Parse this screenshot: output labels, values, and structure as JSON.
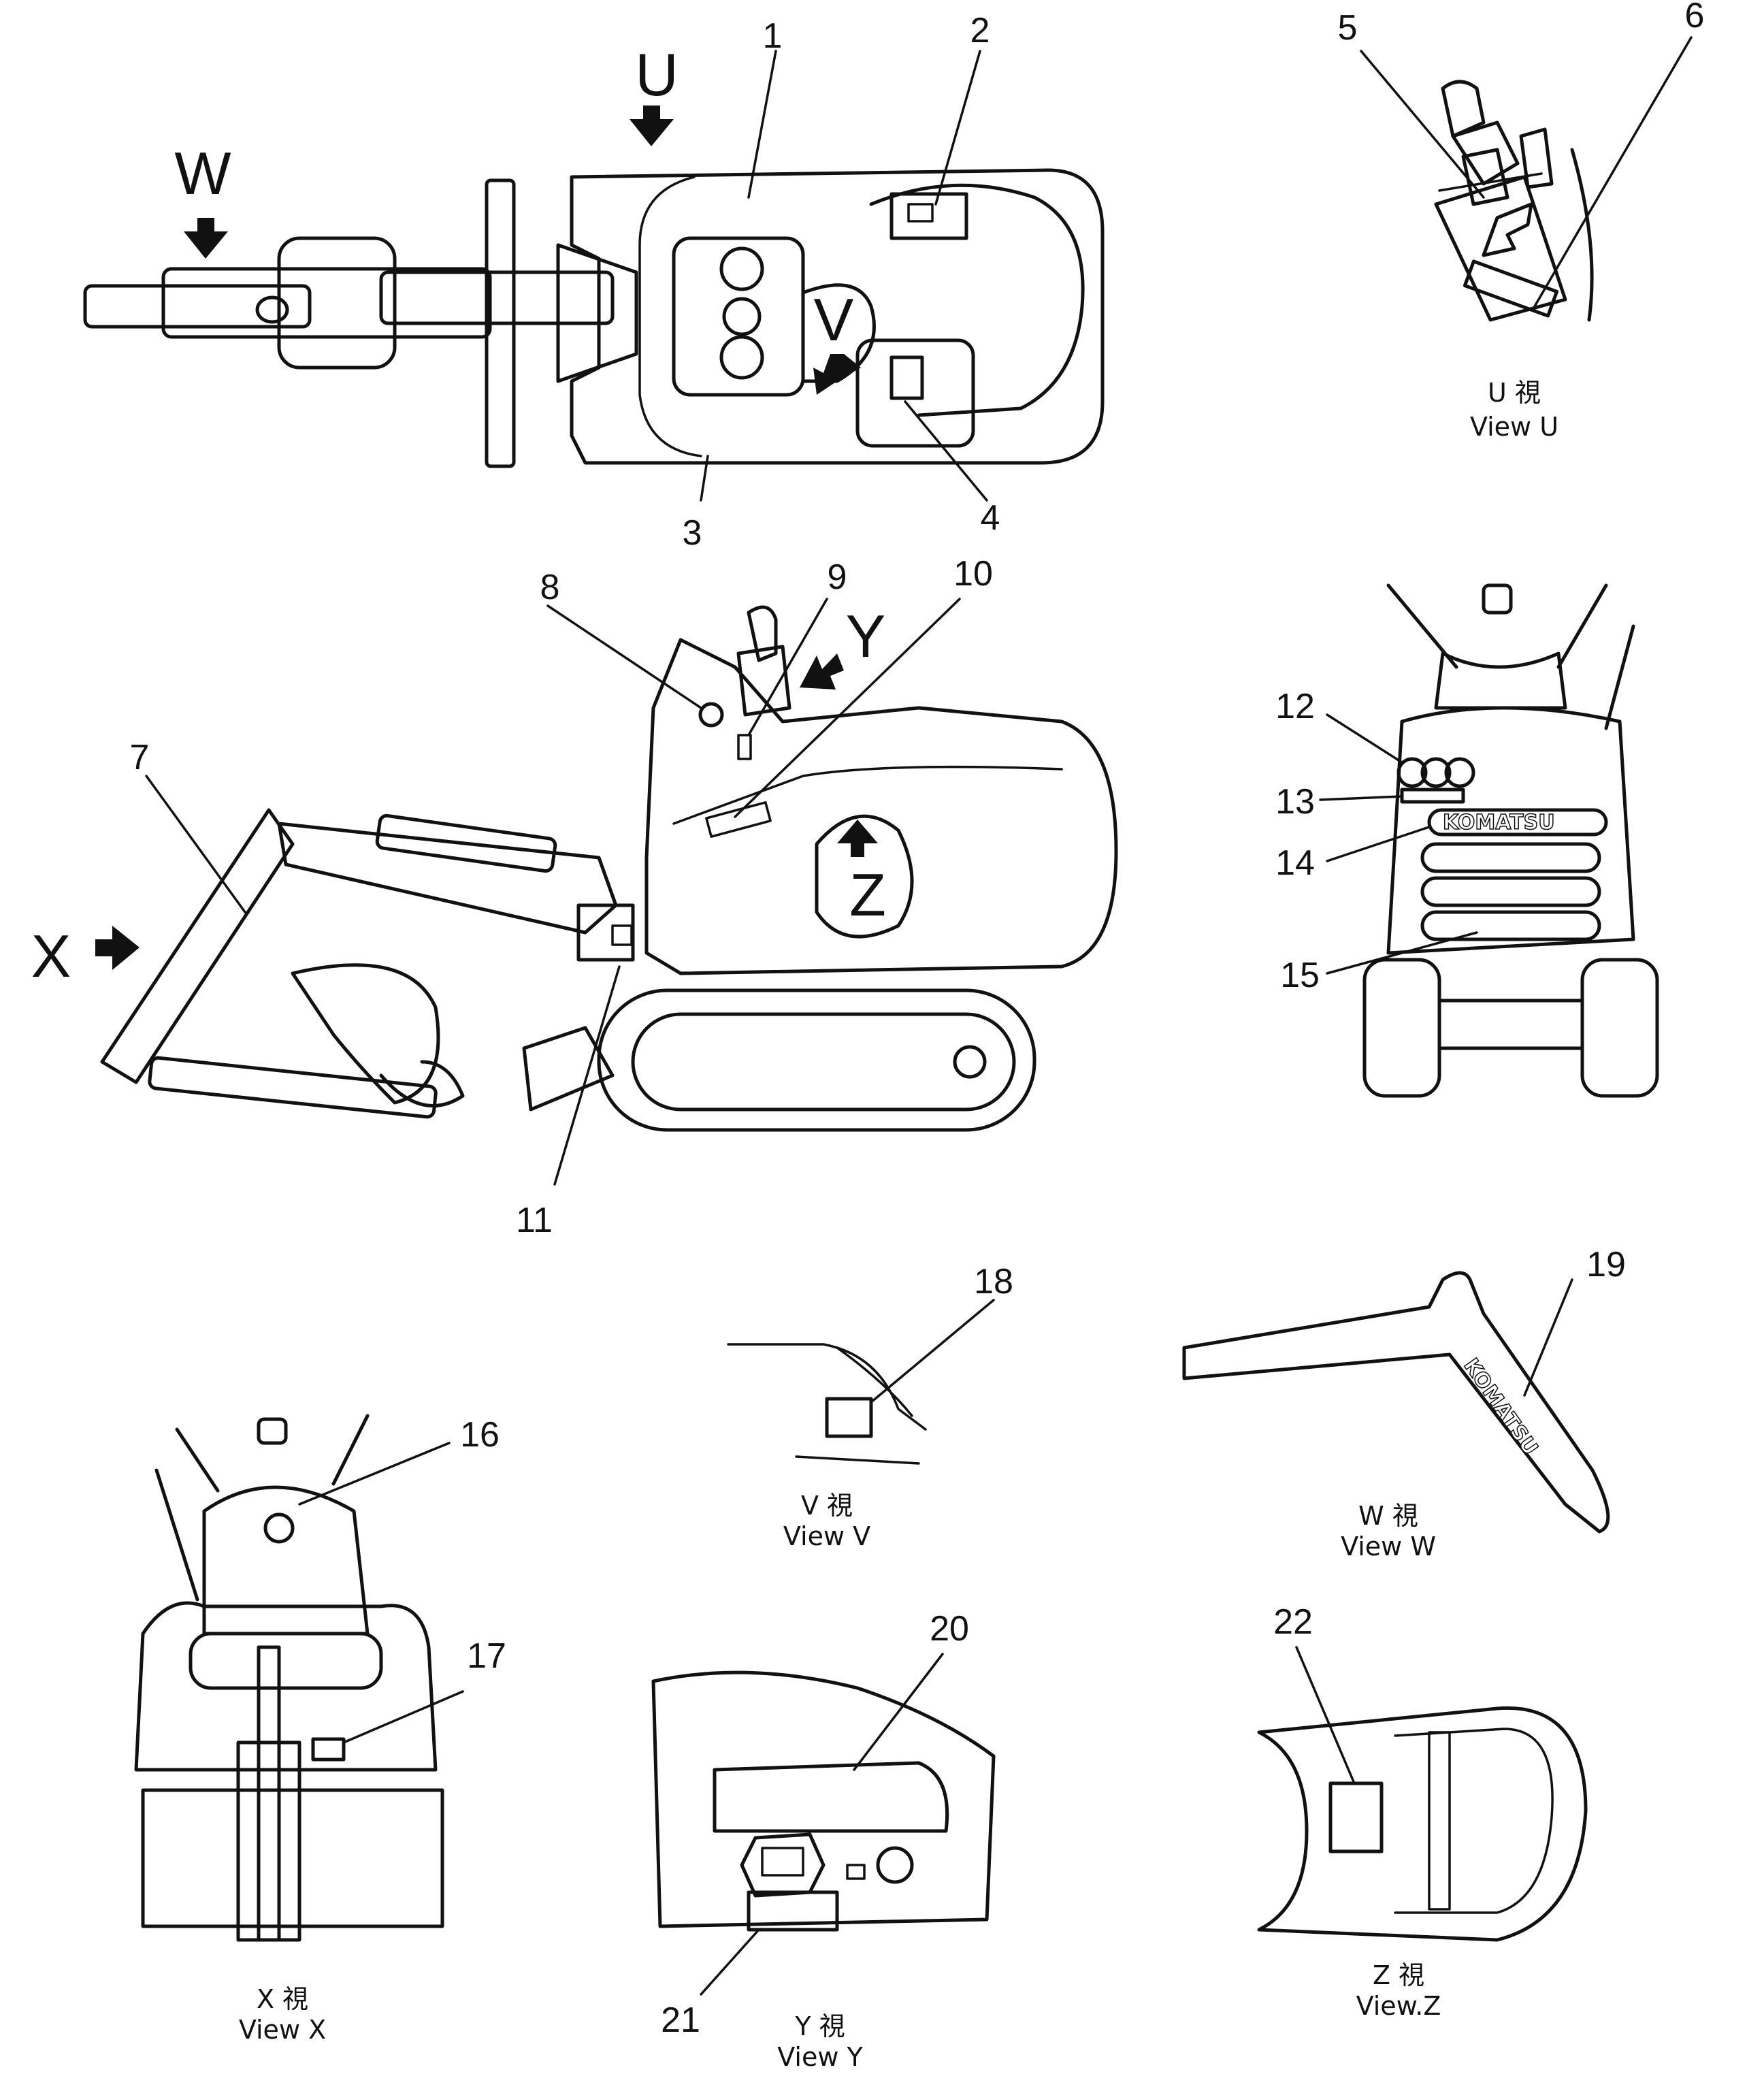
{
  "callouts": [
    "1",
    "2",
    "3",
    "4",
    "5",
    "6",
    "7",
    "8",
    "9",
    "10",
    "11",
    "12",
    "13",
    "14",
    "15",
    "16",
    "17",
    "18",
    "19",
    "20",
    "21",
    "22"
  ],
  "view_arrows": {
    "u": "U",
    "w": "W",
    "v": "V",
    "x": "X",
    "y": "Y",
    "z": "Z"
  },
  "brand": "KOMATSU",
  "captions": {
    "u": {
      "kanji": "U 視",
      "english": "View U"
    },
    "v": {
      "kanji": "V 視",
      "english": "View V"
    },
    "w": {
      "kanji": "W 視",
      "english": "View W"
    },
    "x": {
      "kanji": "X 視",
      "english": "View X"
    },
    "y": {
      "kanji": "Y 視",
      "english": "View Y"
    },
    "z": {
      "kanji": "Z 視",
      "english": "View.Z"
    }
  }
}
